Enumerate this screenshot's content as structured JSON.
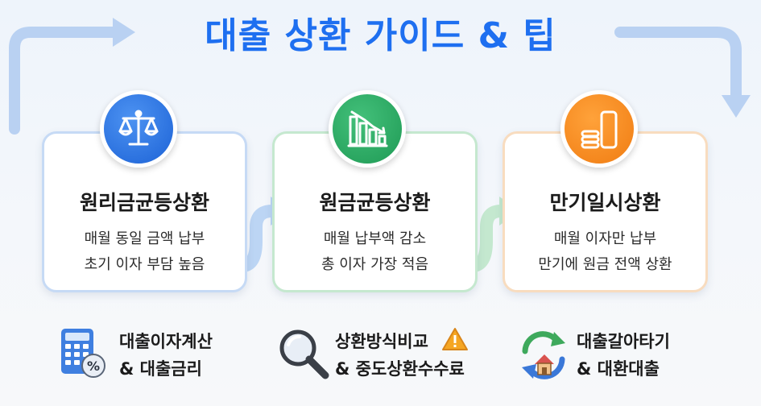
{
  "title": "대출 상환 가이드 & 팁",
  "colors": {
    "accent": "#1e6ff0",
    "blue": "#2f7de6",
    "green": "#2aaa60",
    "orange": "#f5891e"
  },
  "methods": [
    {
      "title": "원리금균등상환",
      "line1": "매월 동일 금액 납부",
      "line2": "초기 이자 부담 높음",
      "icon": "scale-icon"
    },
    {
      "title": "원금균등상환",
      "line1": "매월 납부액 감소",
      "line2": "총 이자 가장 적음",
      "icon": "bar-chart-down-icon"
    },
    {
      "title": "만기일시상환",
      "line1": "매월 이자만 납부",
      "line2": "만기에 원금 전액 상환",
      "icon": "coin-stack-icon"
    }
  ],
  "links": [
    {
      "line1": "대출이자계산",
      "line2": "& 대출금리",
      "icon": "calculator-percent-icon"
    },
    {
      "line1": "상환방식비교",
      "line2": "& 중도상환수수료",
      "icon": "magnifier-icon",
      "badge_icon": "warning-icon"
    },
    {
      "line1": "대출갈아타기",
      "line2": "& 대환대출",
      "icon": "refresh-home-icon"
    }
  ]
}
